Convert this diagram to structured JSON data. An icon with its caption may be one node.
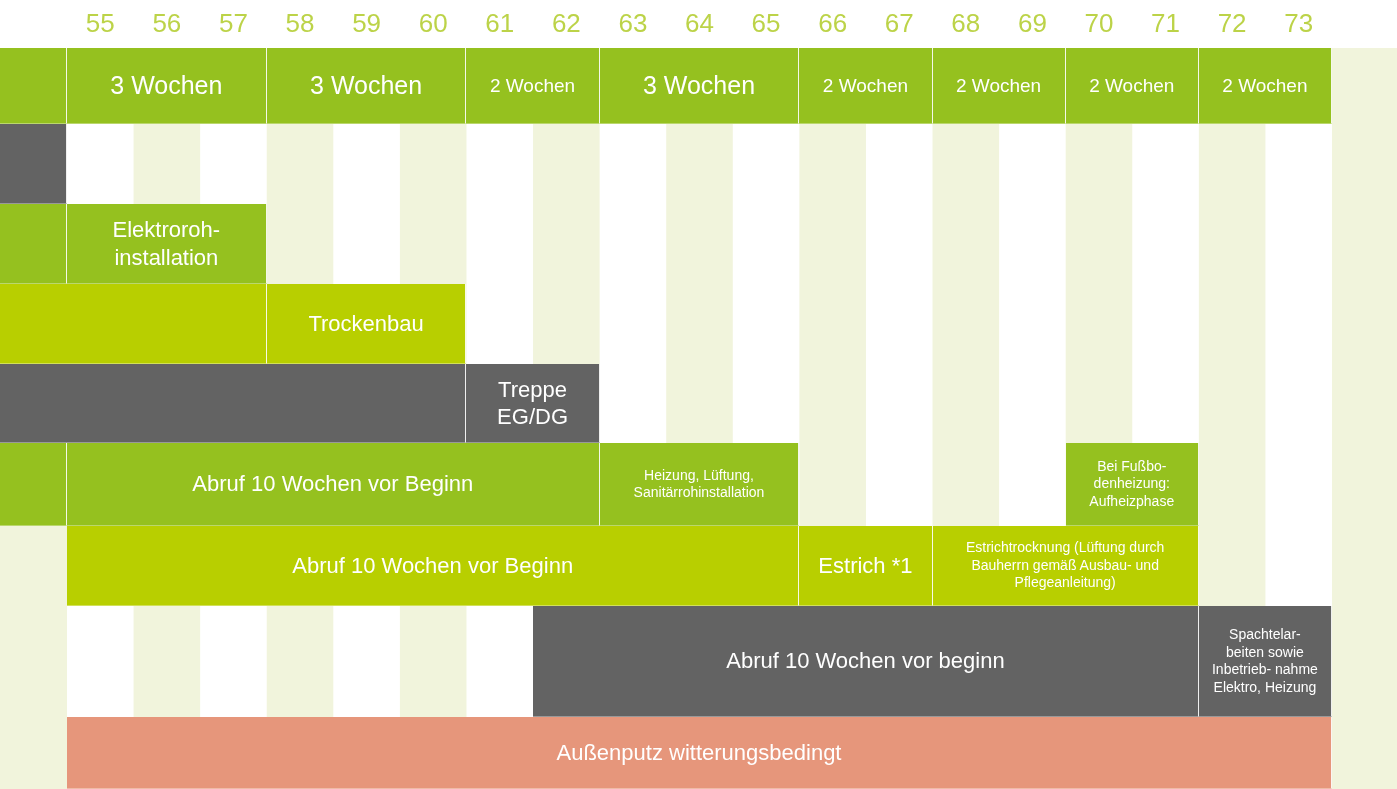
{
  "diagram": {
    "nodes": [
      {
        "text": [],
        "shape": "bar"
      },
      {
        "text": [
          "3 Wochen"
        ]
      },
      {
        "text": [
          "3 Wochen"
        ]
      },
      {
        "text": [
          "2 Wochen"
        ]
      },
      {
        "text": [
          "3 Wochen"
        ]
      },
      {
        "text": [
          "2 Wochen"
        ]
      },
      {
        "text": [
          "2 Wochen"
        ]
      },
      {
        "text": [
          "2 Wochen"
        ]
      },
      {
        "text": [
          "2 Wochen"
        ]
      },
      {
        "text": [],
        "shape": "bar"
      },
      {
        "text": [],
        "shape": "bar"
      },
      {
        "text": [
          "Elektroroh- installation"
        ]
      },
      {
        "text": [],
        "shape": "bar"
      },
      {
        "text": [
          "Trockenbau"
        ]
      },
      {
        "text": [],
        "shape": "bar"
      },
      {
        "text": [
          "Treppe EG/DG"
        ]
      },
      {
        "text": [],
        "shape": "bar"
      },
      {
        "text": [
          "Abruf 10 Wochen vor Beginn"
        ]
      },
      {
        "text": [
          "Heizung, Lüftung, Sanitärrohinstallation"
        ]
      },
      {
        "text": [
          "Bei Fußbo- denheizung: Aufheizphase"
        ]
      },
      {
        "text": [
          "Abruf 10 Wochen vor Beginn"
        ]
      },
      {
        "text": [
          "Estrich *1"
        ]
      },
      {
        "text": [
          "Estrichtrocknung (Lüftung durch Bauherrn gemäß Ausbau- und Pflegeanleitung)"
        ]
      },
      {
        "text": [
          "Abruf 10 Wochen vor beginn"
        ]
      },
      {
        "text": [
          "Spachtelar- beiten sowie Inbetrieb- nahme Elektro, Heizung"
        ]
      },
      {
        "text": [
          "Außenputz witterungsbedingt"
        ]
      }
    ],
    "labels": [
      "55",
      "56",
      "57",
      "58",
      "59",
      "60",
      "61",
      "62",
      "63",
      "64",
      "65",
      "66",
      "67",
      "68",
      "69",
      "70",
      "71",
      "72",
      "73"
    ]
  }
}
